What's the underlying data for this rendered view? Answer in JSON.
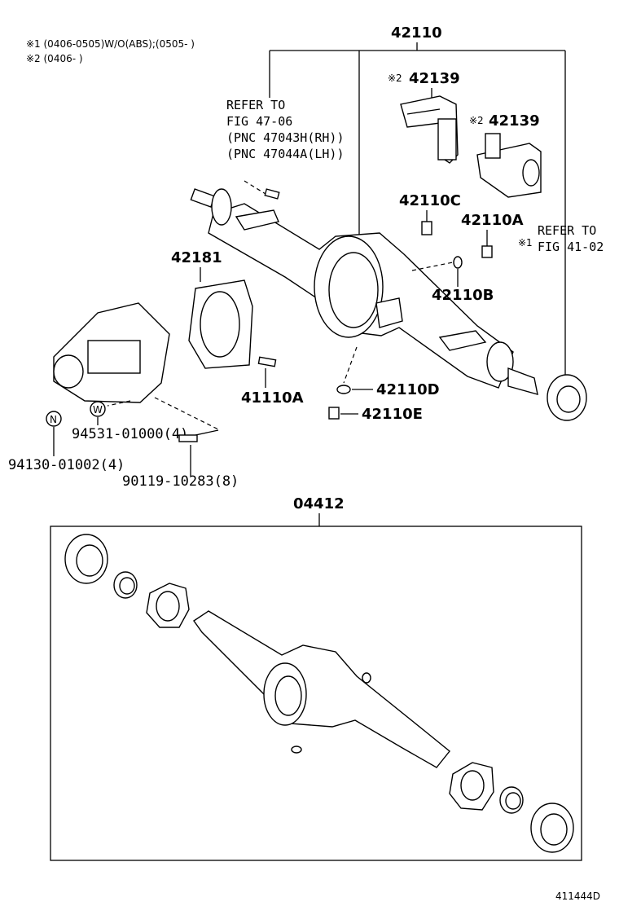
{
  "notes": {
    "note1": "※1 (0406-0505)W/O(ABS);(0505-      )",
    "note2": "※2 (0406-      )"
  },
  "labels": {
    "p42110": "42110",
    "p42139a": "42139",
    "p42139b": "42139",
    "mark2": "※2",
    "mark1": "※1",
    "refer1_l1": "REFER TO",
    "refer1_l2": "FIG 47-06",
    "refer1_l3": "(PNC 47043H(RH))",
    "refer1_l4": "(PNC 47044A(LH))",
    "p42110C": "42110C",
    "p42110A": "42110A",
    "refer2_l1": "REFER TO",
    "refer2_l2": "FIG 41-02",
    "p42181": "42181",
    "p42110B": "42110B",
    "p42110D": "42110D",
    "p42110E": "42110E",
    "p41110A": "41110A",
    "p94531": "94531-01000(4)",
    "p94130": "94130-01002(4)",
    "p90119": "90119-10283(8)",
    "p04412": "04412",
    "circleN": "N",
    "circleW": "W",
    "figure_id": "411444D"
  }
}
